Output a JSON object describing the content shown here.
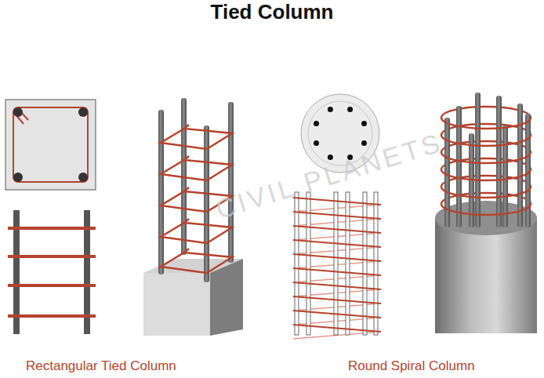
{
  "diagram": {
    "title": "Tied Column",
    "labels": [
      "Rectangular Tied Column",
      "Round Spiral Column",
      "CIVIL PLANETS"
    ]
  }
}
